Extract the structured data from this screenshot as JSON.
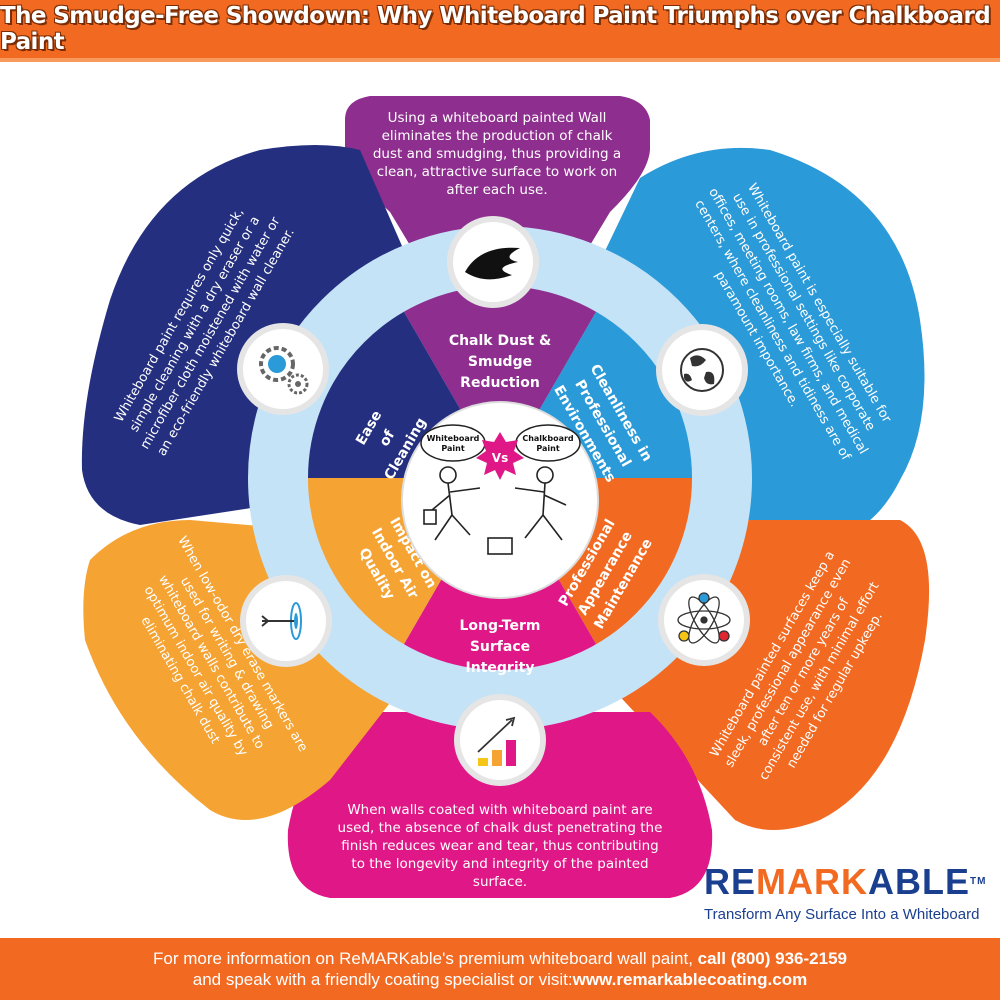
{
  "title": "The Smudge-Free Showdown: Why Whiteboard Paint Triumphs over Chalkboard Paint",
  "colors": {
    "orange": "#f26a21",
    "purple": "#8e2e8e",
    "navy": "#24307f",
    "blue": "#2b9ad8",
    "pink": "#e01786",
    "amber": "#f5a333",
    "ring": "#c5e3f6"
  },
  "petals": {
    "top": "Using a whiteboard painted Wall eliminates the production of chalk dust and smudging, thus providing a clean, attractive surface to work on after each use.",
    "upper_right": "Whiteboard paint is especially suitable for use in professional settings like corporate offices, meeting rooms, law firms, and medical centers, where cleanliness and tidiness are of paramount importance.",
    "lower_right": "Whiteboard painted surfaces keep a sleek, professional appearance even after ten or more years of consistent use, with minimal effort needed for regular upkeep.",
    "bottom": "When walls coated with whiteboard paint are used, the absence of chalk dust penetrating the finish reduces wear and tear, thus contributing to the longevity and integrity of the painted surface.",
    "lower_left": "When low-odor dry erase markers are used for writing & drawing whiteboard walls contribute to optimum indoor air quality by eliminating chalk dust",
    "upper_left": "Whiteboard paint requires only quick, simple cleaning with a dry eraser or a microfiber cloth moistened with water or an eco-friendly whiteboard wall cleaner."
  },
  "segments": {
    "top": [
      "Chalk Dust &",
      "Smudge",
      "Reduction"
    ],
    "upper_right": [
      "Cleanliness in",
      "Professional",
      "Environments"
    ],
    "lower_right": [
      "Professional",
      "Appearance",
      "Maintenance"
    ],
    "bottom": [
      "Long-Term",
      "Surface",
      "Integrity"
    ],
    "lower_left": [
      "Impact on",
      "Indoor Air",
      "Quality"
    ],
    "upper_left": [
      "Ease",
      "of",
      "Cleaning"
    ]
  },
  "center": {
    "left_bubble": [
      "Whiteboard",
      "Paint"
    ],
    "right_bubble": [
      "Chalkboard",
      "Paint"
    ],
    "vs": "Vs"
  },
  "icons": [
    "smudge-icon",
    "globe-icon",
    "people-network-icon",
    "growth-chart-icon",
    "target-arrow-icon",
    "gears-icon"
  ],
  "brand": {
    "logo_re": "RE",
    "logo_mark": "MARK",
    "logo_able": "ABLE",
    "tm": "TM",
    "tagline": "Transform Any Surface Into a Whiteboard"
  },
  "footer": {
    "line1_a": "For more information on ReMARKable's premium whiteboard wall paint, ",
    "line1_b": "call (800) 936-2159",
    "line2_a": "and speak with a friendly coating specialist or visit:",
    "line2_b": "www.remarkablecoating.com"
  }
}
